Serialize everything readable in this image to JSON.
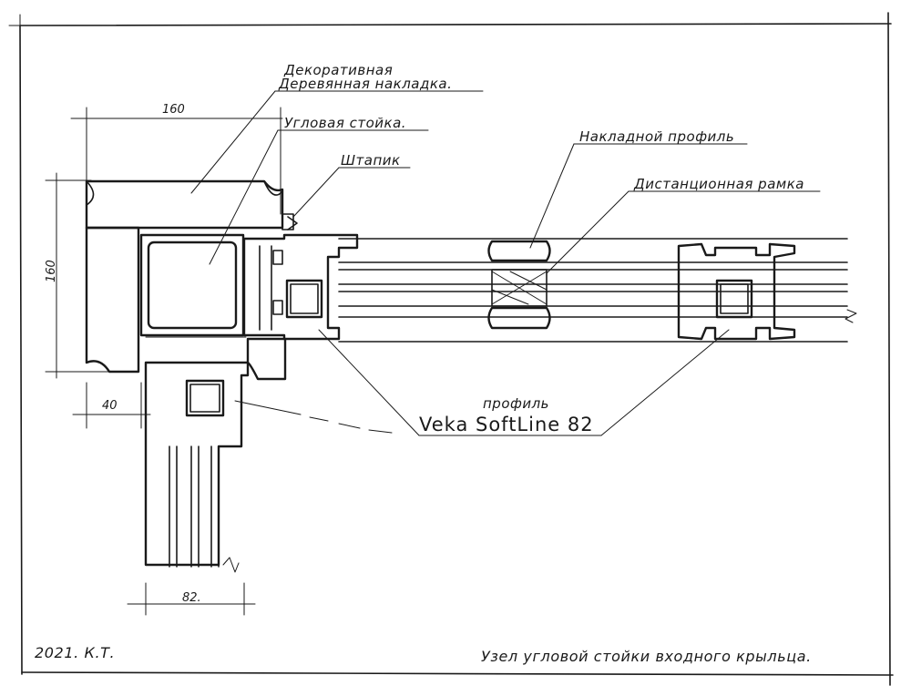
{
  "labels": {
    "decorative_overlay_line1": "Декоративная",
    "decorative_overlay_line2": "Деревянная накладка.",
    "corner_post": "Угловая стойка.",
    "glazing_bead": "Штапик",
    "overlay_profile": "Накладной профиль",
    "spacer_frame": "Дистанционная рамка",
    "profile_word": "профиль",
    "profile_name": "Veka SoftLine 82"
  },
  "dimensions": {
    "top_width": "160",
    "left_height": "160",
    "bottom_offset": "40",
    "profile_depth": "82."
  },
  "footer": {
    "author": "2021. К.Т.",
    "title": "Узел угловой стойки входного крыльца."
  }
}
